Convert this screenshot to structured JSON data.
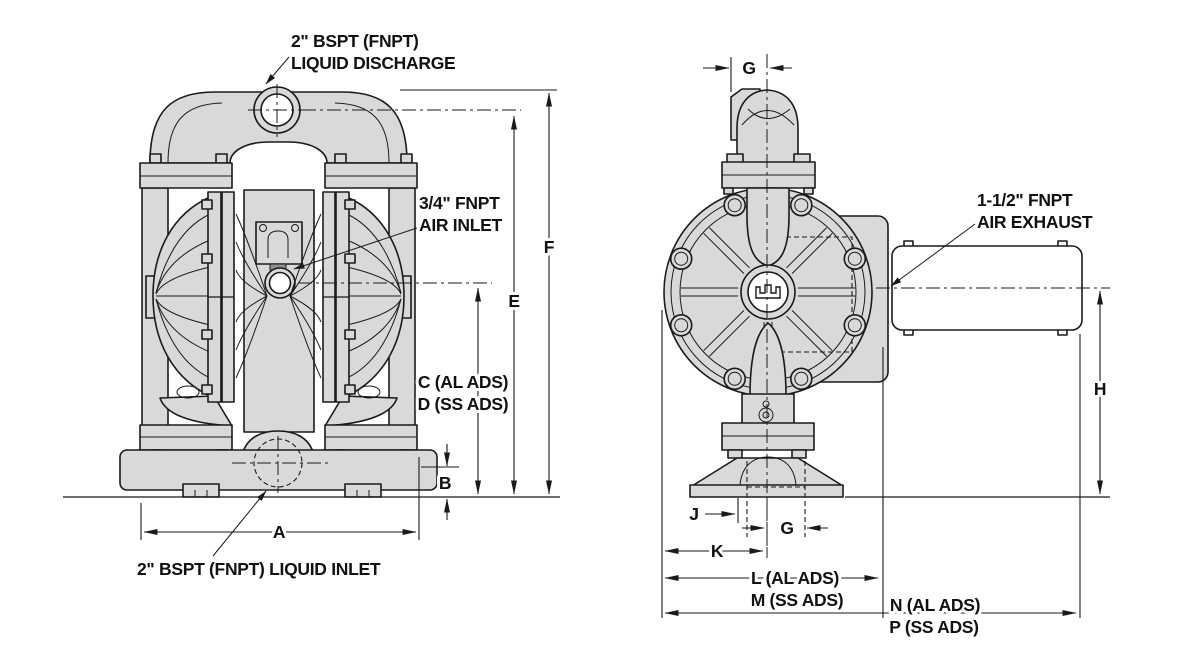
{
  "front_view": {
    "discharge_label_line1": "2\" BSPT (FNPT)",
    "discharge_label_line2": "LIQUID DISCHARGE",
    "air_inlet_label_line1": "3/4\" FNPT",
    "air_inlet_label_line2": "AIR INLET",
    "liquid_inlet_label": "2\" BSPT (FNPT) LIQUID INLET",
    "dims": {
      "a": "A",
      "b": "B",
      "c": "C (AL ADS)",
      "d": "D (SS ADS)",
      "e": "E",
      "f": "F"
    }
  },
  "side_view": {
    "air_exhaust_label_line1": "1-1/2\" FNPT",
    "air_exhaust_label_line2": "AIR EXHAUST",
    "dims": {
      "g_top": "G",
      "g_bottom": "G",
      "h": "H",
      "j": "J",
      "k": "K",
      "l": "L (AL ADS)",
      "m": "M (SS ADS)",
      "n": "N (AL ADS)",
      "p": "P (SS ADS)"
    }
  },
  "colors": {
    "body_fill": "#d9d9d9",
    "line": "#1a1a1a",
    "background": "#ffffff"
  }
}
